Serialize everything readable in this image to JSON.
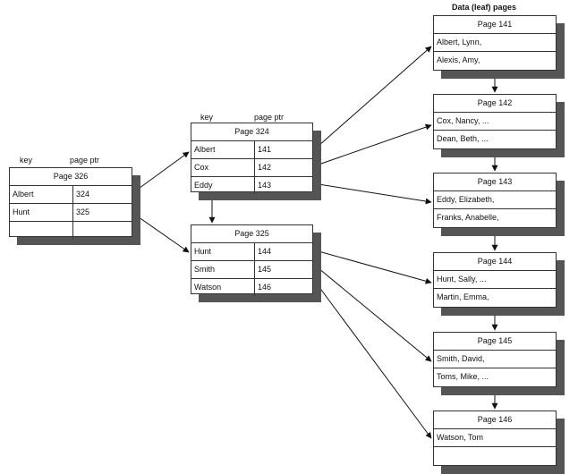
{
  "leaf_header": "Data (leaf) pages",
  "root": {
    "key_header": "key",
    "ptr_header": "page ptr",
    "title": "Page 326",
    "rows": [
      {
        "key": "Albert",
        "ptr": "324"
      },
      {
        "key": "Hunt",
        "ptr": "325"
      },
      {
        "key": "",
        "ptr": ""
      }
    ]
  },
  "intermediate": [
    {
      "key_header": "key",
      "ptr_header": "page ptr",
      "title": "Page 324",
      "rows": [
        {
          "key": "Albert",
          "ptr": "141"
        },
        {
          "key": "Cox",
          "ptr": "142"
        },
        {
          "key": "Eddy",
          "ptr": "143"
        }
      ]
    },
    {
      "title": "Page 325",
      "rows": [
        {
          "key": "Hunt",
          "ptr": "144"
        },
        {
          "key": "Smith",
          "ptr": "145"
        },
        {
          "key": "Watson",
          "ptr": "146"
        }
      ]
    }
  ],
  "leaves": [
    {
      "title": "Page 141",
      "rows": [
        "Albert, Lynn,",
        "Alexis, Amy,"
      ]
    },
    {
      "title": "Page 142",
      "rows": [
        "Cox, Nancy, ...",
        "Dean, Beth, ..."
      ]
    },
    {
      "title": "Page 143",
      "rows": [
        "Eddy, Elizabeth,",
        "Franks, Anabelle,"
      ]
    },
    {
      "title": "Page 144",
      "rows": [
        "Hunt, Sally, ...",
        "Martin, Emma,"
      ]
    },
    {
      "title": "Page 145",
      "rows": [
        "Smith, David,",
        "Toms, Mike, ..."
      ]
    },
    {
      "title": "Page 146",
      "rows": [
        "Watson, Tom",
        ""
      ]
    }
  ]
}
